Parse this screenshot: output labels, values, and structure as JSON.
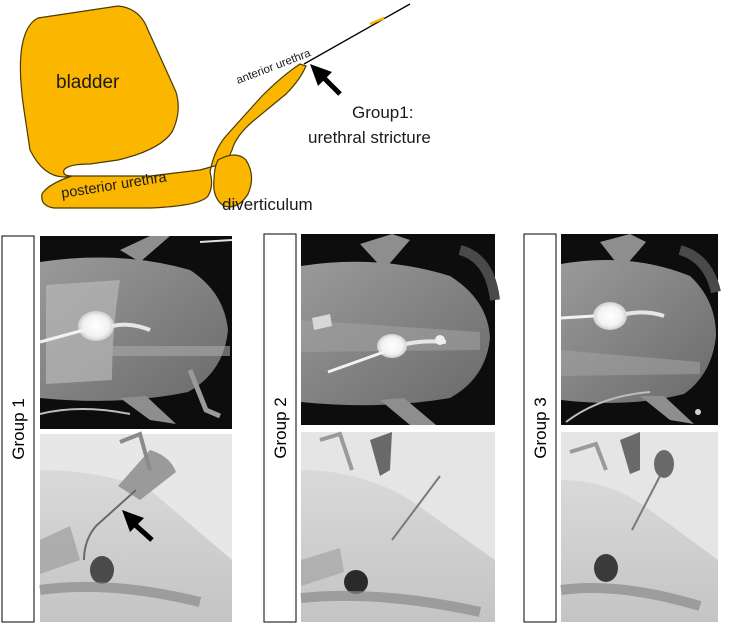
{
  "diagram": {
    "labels": {
      "bladder": "bladder",
      "anterior_urethra": "anterior urethra",
      "posterior_urethra": "posterior urethra",
      "diverticulum": "diverticulum",
      "group1_line1": "Group1:",
      "group1_line2": "urethral stricture"
    },
    "colors": {
      "organ_fill": "#fbb600",
      "organ_outline": "#4a3a00",
      "line": "#000000"
    }
  },
  "panels": [
    {
      "label": "Group 1",
      "has_arrow": true
    },
    {
      "label": "Group 2",
      "has_arrow": false
    },
    {
      "label": "Group 3",
      "has_arrow": false
    }
  ]
}
